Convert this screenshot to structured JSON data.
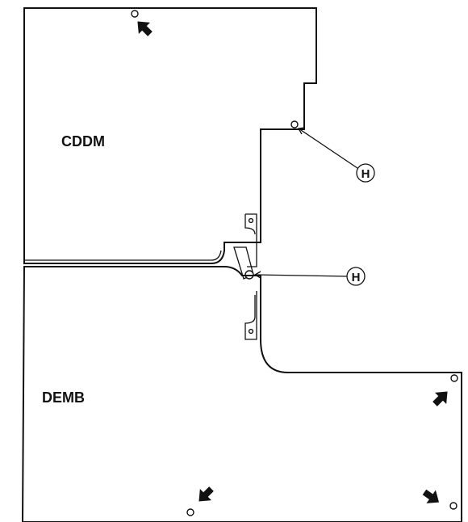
{
  "boards": {
    "upper": {
      "label": "CDDM"
    },
    "lower": {
      "label": "DEMB"
    }
  },
  "callouts": {
    "upper_hole": {
      "letter": "H"
    },
    "connector": {
      "letter": "H"
    }
  },
  "icons": {
    "mounting_arrows": [
      "arrow-icon",
      "arrow-icon",
      "arrow-icon",
      "arrow-icon"
    ],
    "holes": [
      "hole-icon"
    ]
  },
  "colors": {
    "line": "#111111",
    "background": "#ffffff"
  }
}
